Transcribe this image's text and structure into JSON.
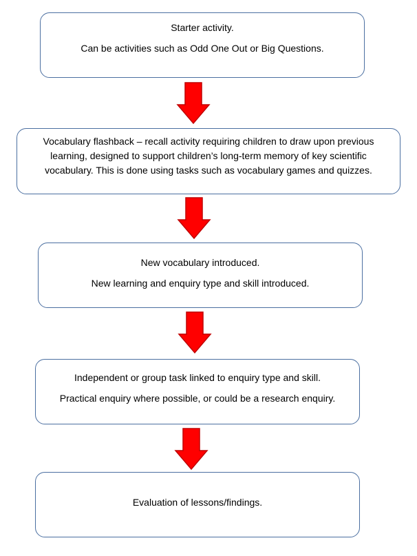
{
  "flowchart": {
    "steps": [
      {
        "lines": [
          "Starter activity.",
          "Can be activities such as Odd One Out or Big Questions."
        ]
      },
      {
        "lines": [
          "Vocabulary flashback – recall activity requiring children to draw upon previous learning, designed to support children’s long-term memory of key scientific vocabulary. This is done using tasks such as vocabulary games and quizzes."
        ]
      },
      {
        "lines": [
          "New vocabulary introduced.",
          "New learning and enquiry type and skill introduced."
        ]
      },
      {
        "lines": [
          "Independent or group task linked to enquiry type and skill.",
          "Practical enquiry where possible, or could be a research enquiry."
        ]
      },
      {
        "lines": [
          "Evaluation of lessons/findings."
        ]
      }
    ],
    "arrow_color": "#ff0000",
    "arrow_outline": "#c00000",
    "box_border_color": "#4a6ea0"
  }
}
